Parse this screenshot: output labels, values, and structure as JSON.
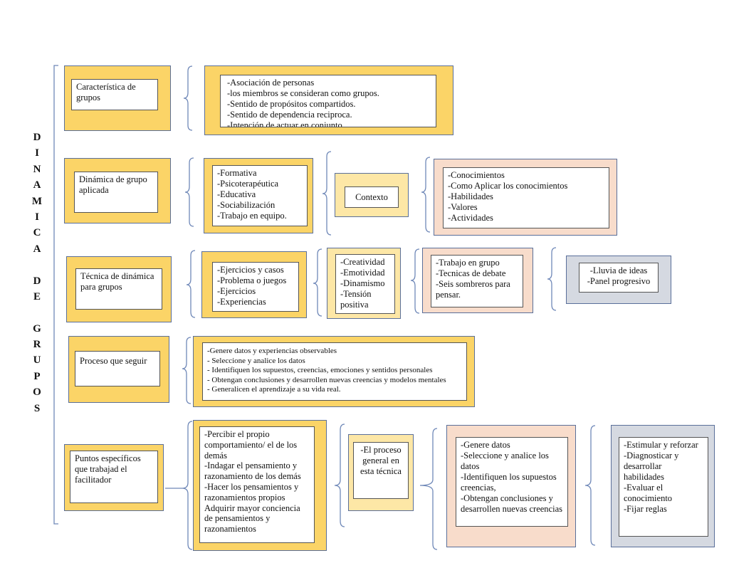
{
  "title_letters": [
    "D",
    "I",
    "N",
    "A",
    "M",
    "I",
    "C",
    "A",
    "",
    "D",
    "E",
    "",
    "G",
    "R",
    "U",
    "P",
    "O",
    "S"
  ],
  "colors": {
    "yellow_dark": "#fbd467",
    "yellow_light": "#fde7a6",
    "peach": "#f8dccb",
    "grey": "#d5d9e1",
    "frame": "#5a6f9a"
  },
  "rows": {
    "r1": {
      "label": "Característica de grupos",
      "items": [
        "-Asociación de personas",
        "-los miembros se consideran como grupos.",
        "-Sentido de propósitos compartidos.",
        "-Sentido de dependencia reciproca.",
        "-Intención de actuar en conjunto."
      ]
    },
    "r2": {
      "label": "Dinámica de grupo aplicada",
      "items": [
        "-Formativa",
        "-Psicoterapéutica",
        "-Educativa",
        "-Sociabilización",
        "-Trabajo en equipo."
      ],
      "context": "Contexto",
      "context_items": [
        "-Conocimientos",
        "-Como Aplicar los conocimientos",
        "-Habilidades",
        "-Valores",
        "-Actividades"
      ]
    },
    "r3": {
      "label": "Técnica de dinámica para grupos",
      "items": [
        "-Ejercicios y casos",
        "-Problema o juegos",
        "-Ejercicios",
        "-Experiencias"
      ],
      "traits": [
        "-Creatividad",
        "-Emotividad",
        "-Dinamismo",
        "-Tensión positiva"
      ],
      "work": [
        "-Trabajo en grupo",
        "-Tecnicas de debate",
        "-Seis sombreros para pensar."
      ],
      "tools": [
        "-Lluvia de ideas",
        "-Panel progresivo"
      ]
    },
    "r4": {
      "label": "Proceso que seguir",
      "items": [
        "-Genere datos y experiencias observables",
        "- Seleccione y analice los datos",
        "- Identifiquen los supuestos, creencias, emociones y sentidos personales",
        "- Obtengan conclusiones y desarrollen nuevas creencias y modelos mentales",
        "- Generalicen el aprendizaje a su vida real."
      ]
    },
    "r5": {
      "label": "Puntos específicos que trabajad el facilitador",
      "items": [
        "-Percibir el propio comportamiento/ el de los demás",
        "-Indagar el pensamiento y razonamiento de los demás",
        "-Hacer los pensamientos y razonamientos propios",
        "Adquirir mayor conciencia de pensamientos y razonamientos"
      ],
      "process": "-El proceso general en esta técnica",
      "steps": [
        "-Genere datos",
        "-Seleccione y analice los datos",
        "-Identifiquen los supuestos creencias,",
        "-Obtengan conclusiones y desarrollen nuevas creencias"
      ],
      "goals": [
        "-Estimular y reforzar",
        "-Diagnosticar y desarrollar habilidades",
        "-Evaluar el conocimiento",
        "-Fijar reglas"
      ]
    }
  }
}
